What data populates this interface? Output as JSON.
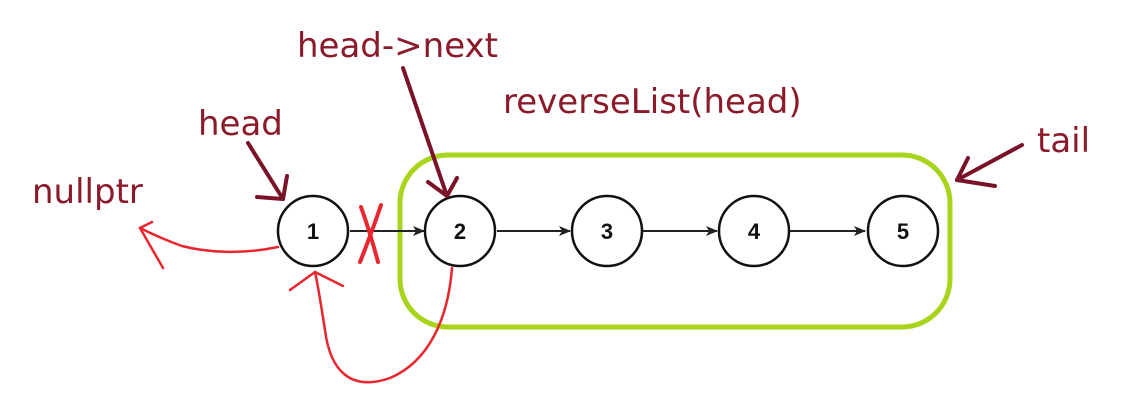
{
  "annotations": {
    "head_next": "head->next",
    "head": "head",
    "recursive_call": "reverseList(head)",
    "tail": "tail",
    "nullptr": "nullptr"
  },
  "nodes": [
    {
      "label": "1"
    },
    {
      "label": "2"
    },
    {
      "label": "3"
    },
    {
      "label": "4"
    },
    {
      "label": "5"
    }
  ],
  "colors": {
    "annotation_text": "#8b1a2b",
    "annotation_arrow": "#7a1228",
    "redraw_arrow": "#e8262f",
    "sublist_outline": "#a8d41c",
    "node_stroke": "#111111",
    "link_arrow": "#222222"
  },
  "icons": {
    "broken_link_mark": "red-x-icon"
  }
}
